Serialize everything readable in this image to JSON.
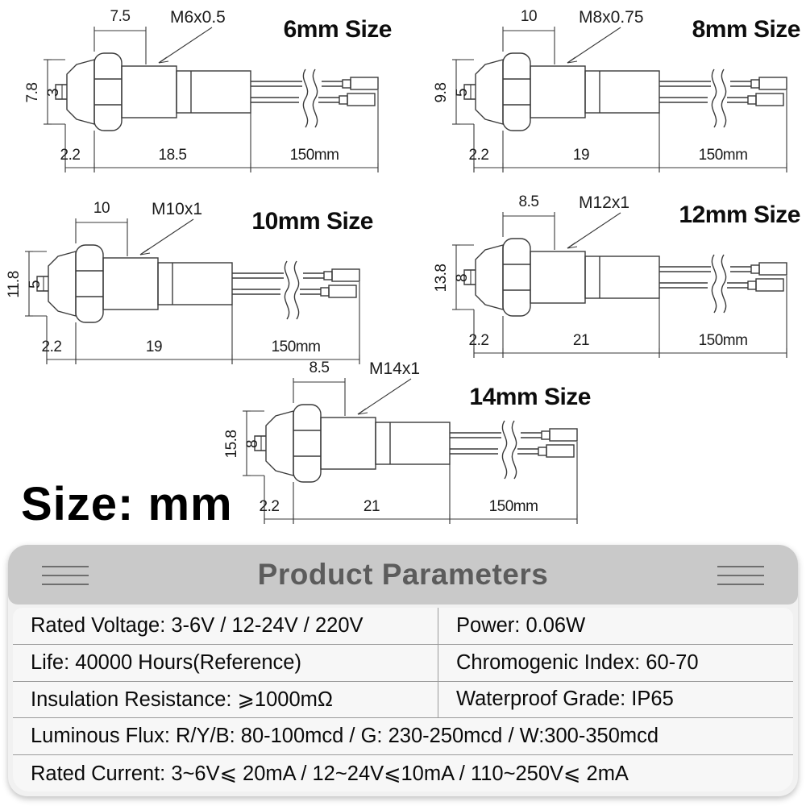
{
  "size_note": "Size: mm",
  "diagrams": [
    {
      "title": "6mm Size",
      "thread": "M6x0.5",
      "top_width": "7.5",
      "outer_height": "7.8",
      "inner_height": "3",
      "panel_thickness": "2.2",
      "body_length": "18.5",
      "wire_length": "150mm"
    },
    {
      "title": "8mm Size",
      "thread": "M8x0.75",
      "top_width": "10",
      "outer_height": "9.8",
      "inner_height": "5",
      "panel_thickness": "2.2",
      "body_length": "19",
      "wire_length": "150mm"
    },
    {
      "title": "10mm Size",
      "thread": "M10x1",
      "top_width": "10",
      "outer_height": "11.8",
      "inner_height": "5",
      "panel_thickness": "2.2",
      "body_length": "19",
      "wire_length": "150mm"
    },
    {
      "title": "12mm Size",
      "thread": "M12x1",
      "top_width": "8.5",
      "outer_height": "13.8",
      "inner_height": "8",
      "panel_thickness": "2.2",
      "body_length": "21",
      "wire_length": "150mm"
    },
    {
      "title": "14mm Size",
      "thread": "M14x1",
      "top_width": "8.5",
      "outer_height": "15.8",
      "inner_height": "8",
      "panel_thickness": "2.2",
      "body_length": "21",
      "wire_length": "150mm"
    }
  ],
  "parameters": {
    "title": "Product Parameters",
    "rows": [
      {
        "cells": [
          "Rated Voltage: 3-6V / 12-24V / 220V",
          "Power: 0.06W"
        ]
      },
      {
        "cells": [
          "Life: 40000 Hours(Reference)",
          "Chromogenic Index: 60-70"
        ]
      },
      {
        "cells": [
          "Insulation Resistance: ⩾1000mΩ",
          "Waterproof Grade: IP65"
        ]
      },
      {
        "cells": [
          "Luminous Flux: R/Y/B: 80-100mcd / G: 230-250mcd / W:300-350mcd"
        ]
      },
      {
        "cells": [
          "Rated Current: 3~6V⩽ 20mA / 12~24V⩽10mA / 110~250V⩽ 2mA"
        ]
      }
    ]
  },
  "colors": {
    "panel_header": "#c9c9c9",
    "panel_body": "#f1f1f1",
    "header_text": "#5c5c5c",
    "drawing_line": "#3a3a3a"
  }
}
